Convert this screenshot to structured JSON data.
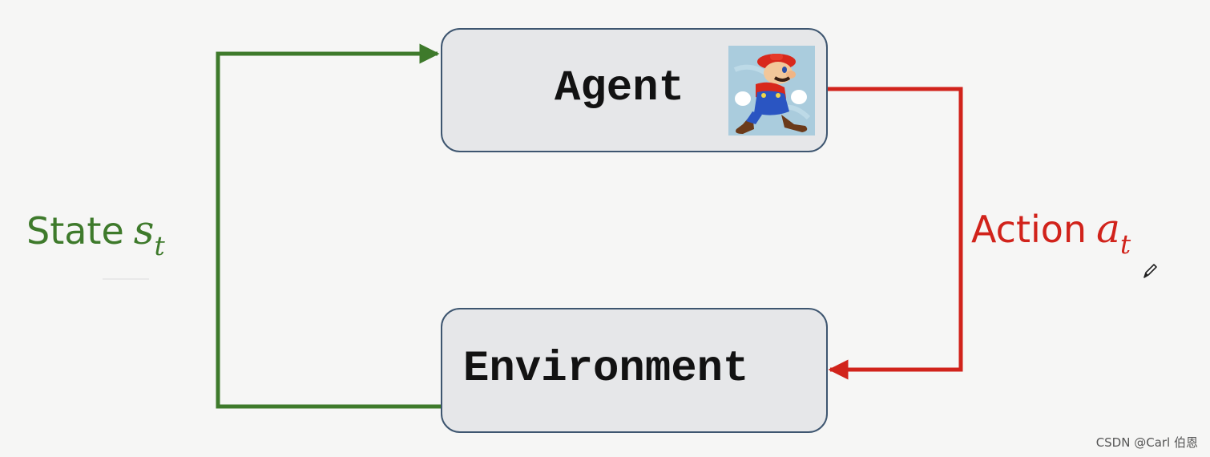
{
  "diagram": {
    "agent": {
      "label": "Agent",
      "avatar_icon": "mario-icon"
    },
    "environment": {
      "label": "Environment"
    },
    "state": {
      "word": "State",
      "symbol": "s",
      "subscript": "t",
      "color": "#3e7a2b"
    },
    "action": {
      "word": "Action",
      "symbol": "a",
      "subscript": "t",
      "color": "#d1231b"
    },
    "pen_icon": "pen-cursor-icon"
  },
  "watermark": "CSDN @Carl 伯恩"
}
